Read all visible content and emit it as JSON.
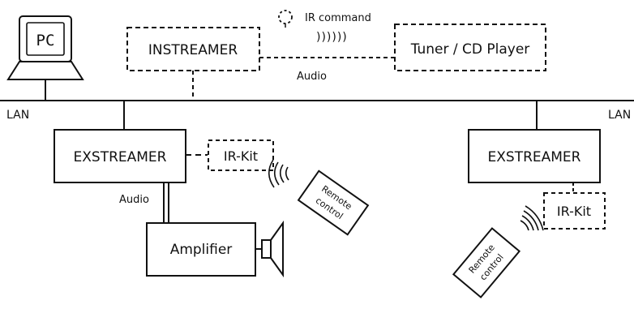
{
  "pc": {
    "label": "PC"
  },
  "network": {
    "lan_left": "LAN",
    "lan_right": "LAN"
  },
  "instreamer": {
    "label": "INSTREAMER"
  },
  "tuner": {
    "label": "Tuner / CD Player"
  },
  "ir_command": {
    "label": "IR command",
    "waves": "))))))"
  },
  "audio_top": {
    "label": "Audio"
  },
  "exstreamer_left": {
    "label": "EXSTREAMER"
  },
  "irkit_left": {
    "label": "IR-Kit"
  },
  "audio_left": {
    "label": "Audio"
  },
  "amplifier": {
    "label": "Amplifier"
  },
  "remote_left": {
    "line1": "Remote",
    "line2": "control"
  },
  "exstreamer_right": {
    "label": "EXSTREAMER"
  },
  "irkit_right": {
    "label": "IR-Kit"
  },
  "remote_right": {
    "line1": "Remote",
    "line2": "control"
  }
}
